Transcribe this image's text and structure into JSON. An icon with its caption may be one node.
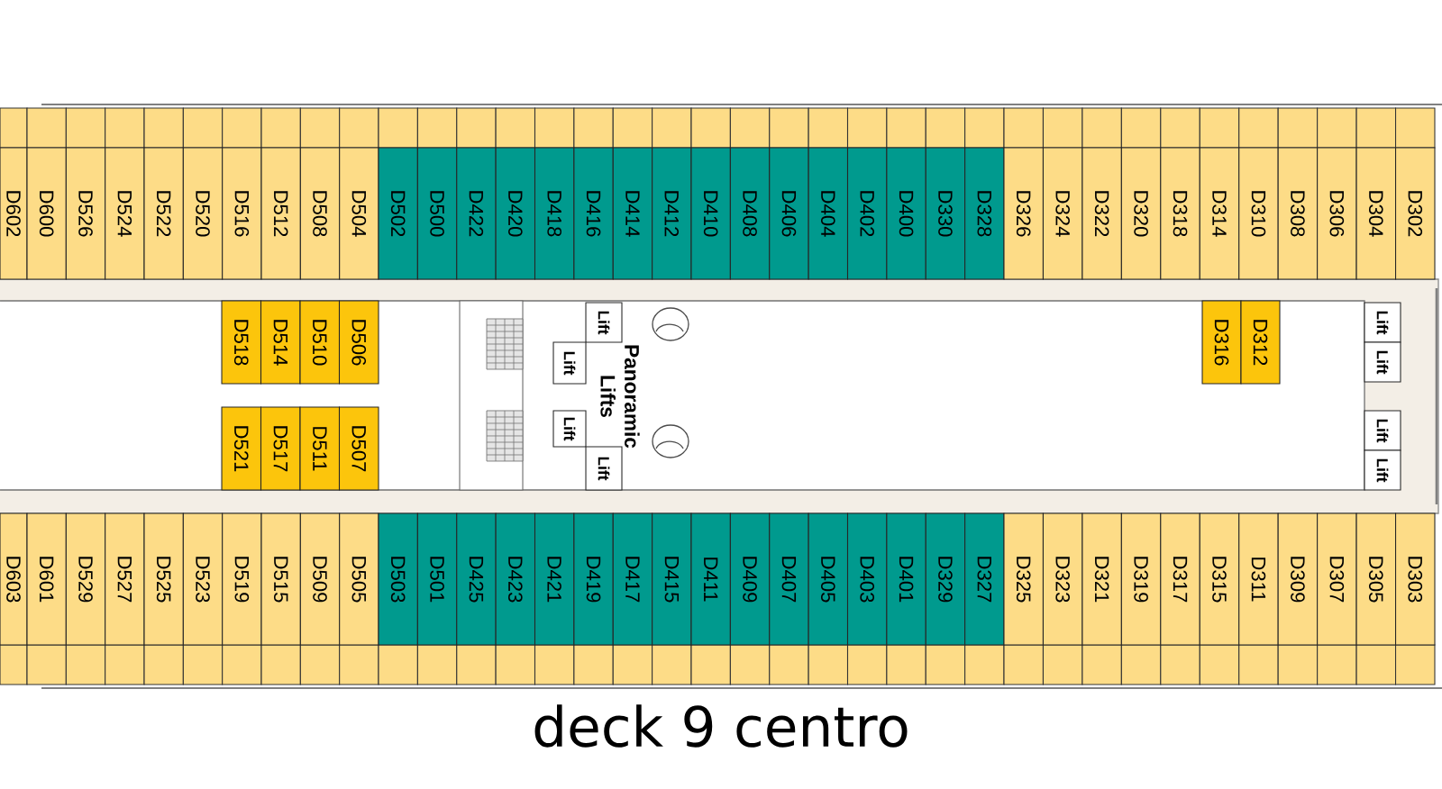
{
  "diagram": {
    "title": "deck 9 centro",
    "nodes": [
      {
        "text": [
          "D602"
        ]
      },
      {
        "text": [
          "D600"
        ]
      },
      {
        "text": [
          "D526"
        ]
      },
      {
        "text": [
          "D524"
        ]
      },
      {
        "text": [
          "D522"
        ]
      },
      {
        "text": [
          "D520"
        ]
      },
      {
        "text": [
          "D516"
        ]
      },
      {
        "text": [
          "D512"
        ]
      },
      {
        "text": [
          "D508"
        ]
      },
      {
        "text": [
          "D504"
        ]
      },
      {
        "text": [
          "D502"
        ]
      },
      {
        "text": [
          "D500"
        ]
      },
      {
        "text": [
          "D422"
        ]
      },
      {
        "text": [
          "D420"
        ]
      },
      {
        "text": [
          "D418"
        ]
      },
      {
        "text": [
          "D416"
        ]
      },
      {
        "text": [
          "D414"
        ]
      },
      {
        "text": [
          "D412"
        ]
      },
      {
        "text": [
          "D410"
        ]
      },
      {
        "text": [
          "D408"
        ]
      },
      {
        "text": [
          "D406"
        ]
      },
      {
        "text": [
          "D404"
        ]
      },
      {
        "text": [
          "D402"
        ]
      },
      {
        "text": [
          "D400"
        ]
      },
      {
        "text": [
          "D330"
        ]
      },
      {
        "text": [
          "D328"
        ]
      },
      {
        "text": [
          "D326"
        ]
      },
      {
        "text": [
          "D324"
        ]
      },
      {
        "text": [
          "D322"
        ]
      },
      {
        "text": [
          "D320"
        ]
      },
      {
        "text": [
          "D318"
        ]
      },
      {
        "text": [
          "D314"
        ]
      },
      {
        "text": [
          "D310"
        ]
      },
      {
        "text": [
          "D308"
        ]
      },
      {
        "text": [
          "D306"
        ]
      },
      {
        "text": [
          "D304"
        ]
      },
      {
        "text": [
          "D302"
        ]
      },
      {
        "text": [
          "D518"
        ]
      },
      {
        "text": [
          "D514"
        ]
      },
      {
        "text": [
          "D510"
        ]
      },
      {
        "text": [
          "D506"
        ]
      },
      {
        "text": [
          "D521"
        ]
      },
      {
        "text": [
          "D517"
        ]
      },
      {
        "text": [
          "D511"
        ]
      },
      {
        "text": [
          "D507"
        ]
      },
      {
        "text": [
          "Lift"
        ]
      },
      {
        "text": [
          "Lift"
        ]
      },
      {
        "text": [
          "Lift"
        ]
      },
      {
        "text": [
          "Lift"
        ]
      },
      {
        "text": [
          "D316"
        ]
      },
      {
        "text": [
          "D312"
        ]
      },
      {
        "text": [
          "Lift"
        ]
      },
      {
        "text": [
          "Lift"
        ]
      },
      {
        "text": [
          "Lift"
        ]
      },
      {
        "text": [
          "Lift"
        ]
      },
      {
        "text": [
          "D603"
        ]
      },
      {
        "text": [
          "D601"
        ]
      },
      {
        "text": [
          "D529"
        ]
      },
      {
        "text": [
          "D527"
        ]
      },
      {
        "text": [
          "D525"
        ]
      },
      {
        "text": [
          "D523"
        ]
      },
      {
        "text": [
          "D519"
        ]
      },
      {
        "text": [
          "D515"
        ]
      },
      {
        "text": [
          "D509"
        ]
      },
      {
        "text": [
          "D505"
        ]
      },
      {
        "text": [
          "D503"
        ]
      },
      {
        "text": [
          "D501"
        ]
      },
      {
        "text": [
          "D425"
        ]
      },
      {
        "text": [
          "D423"
        ]
      },
      {
        "text": [
          "D421"
        ]
      },
      {
        "text": [
          "D419"
        ]
      },
      {
        "text": [
          "D417"
        ]
      },
      {
        "text": [
          "D415"
        ]
      },
      {
        "text": [
          "D411"
        ]
      },
      {
        "text": [
          "D409"
        ]
      },
      {
        "text": [
          "D407"
        ]
      },
      {
        "text": [
          "D405"
        ]
      },
      {
        "text": [
          "D403"
        ]
      },
      {
        "text": [
          "D401"
        ]
      },
      {
        "text": [
          "D329"
        ]
      },
      {
        "text": [
          "D327"
        ]
      },
      {
        "text": [
          "D325"
        ]
      },
      {
        "text": [
          "D323"
        ]
      },
      {
        "text": [
          "D321"
        ]
      },
      {
        "text": [
          "D319"
        ]
      },
      {
        "text": [
          "D317"
        ]
      },
      {
        "text": [
          "D315"
        ]
      },
      {
        "text": [
          "D311"
        ]
      },
      {
        "text": [
          "D309"
        ]
      },
      {
        "text": [
          "D307"
        ]
      },
      {
        "text": [
          "D305"
        ]
      },
      {
        "text": [
          "D303"
        ]
      }
    ],
    "labels": [
      "Panoramic Lifts"
    ]
  }
}
